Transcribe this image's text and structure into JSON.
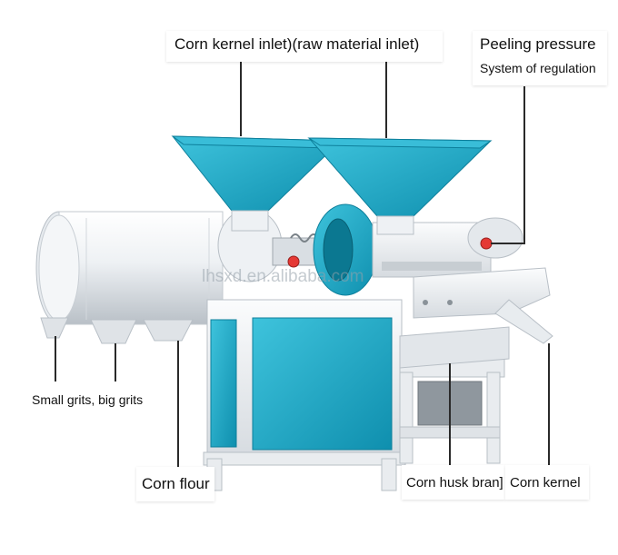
{
  "labels": {
    "inlet": "Corn kernel inlet)(raw material inlet)",
    "peeling_line1": "Peeling pressure",
    "peeling_line2": "System of regulation",
    "grits": "Small grits, big grits",
    "flour": "Corn flour",
    "husk": "Corn husk bran]",
    "kernel": "Corn kernel"
  },
  "watermark": "lhsxd.en.alibaba.com",
  "colors": {
    "machine_blue": "#1aa7c4",
    "machine_white": "#f2f4f6",
    "leader_line": "#2a2a2a"
  }
}
